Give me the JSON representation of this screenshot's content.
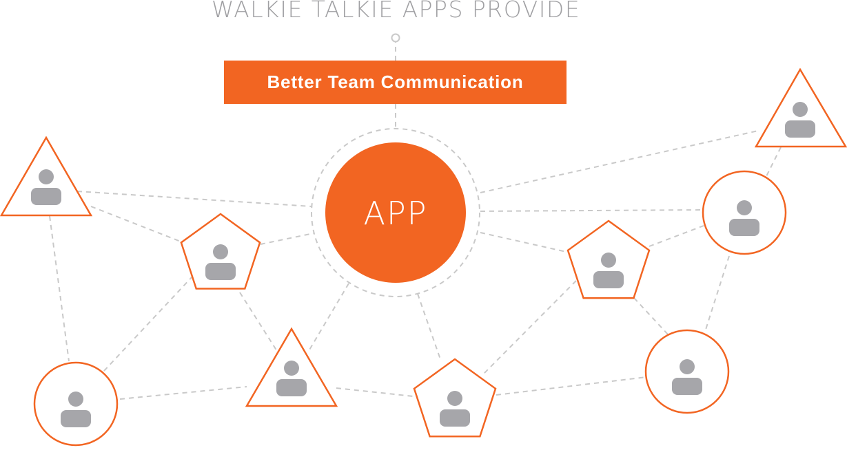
{
  "header": {
    "title": "WALKIE TALKIE APPS PROVIDE"
  },
  "banner": {
    "label": "Better Team Communication"
  },
  "hub": {
    "label": "APP"
  },
  "colors": {
    "accent": "#F26522",
    "icon": "#A6A6AA",
    "connector": "#C9C9C9",
    "title": "#A0A0A3"
  },
  "icons": {
    "person": "person-icon"
  }
}
